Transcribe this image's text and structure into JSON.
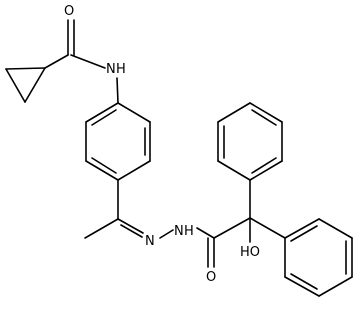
{
  "molecule": {
    "atom_labels": {
      "amide_oxygen": "O",
      "amide_nitrogen": "N",
      "amide_hydrogen": "H",
      "hydrazone_nitrogen": "N",
      "hydrazide_nh": "N",
      "hydrazide_h": "H",
      "carbonyl_oxygen": "O",
      "hydroxyl": "HO"
    }
  }
}
